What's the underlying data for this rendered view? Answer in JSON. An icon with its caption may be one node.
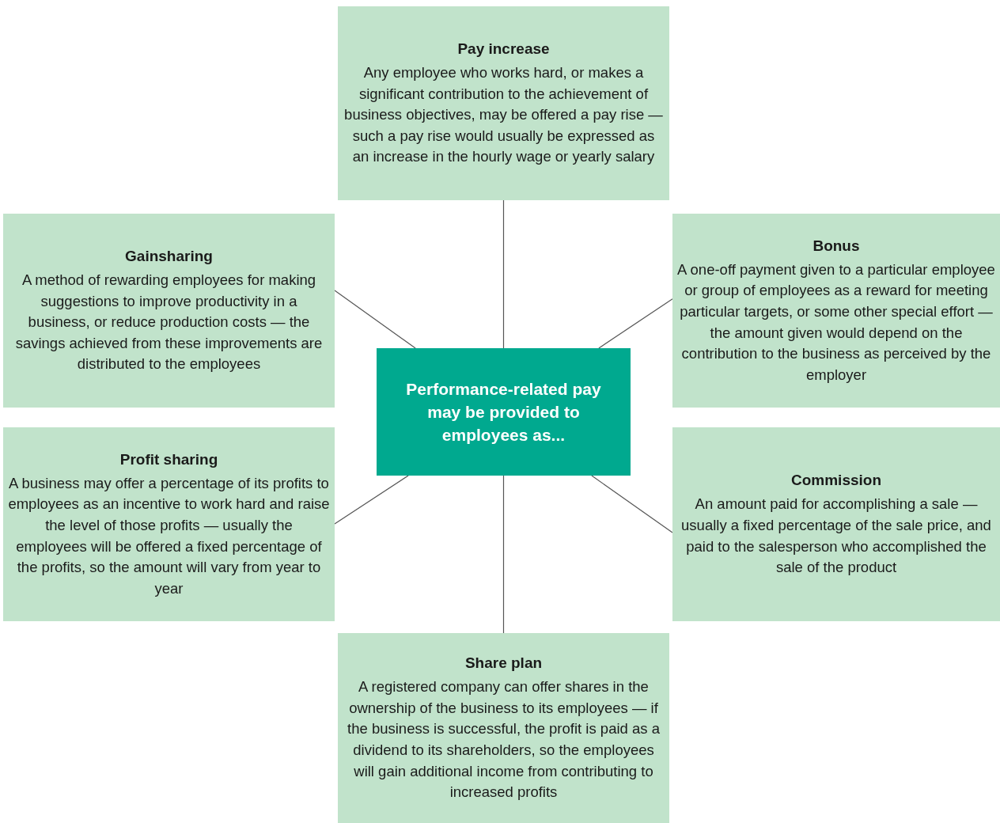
{
  "diagram": {
    "nodes": [
      {
        "text": [
          "Pay increase",
          "Any employee who works hard, or makes a significant contribution to the achievement of business objectives, may be offered a pay rise — such a pay rise would usually be expressed as an increase in the hourly wage or yearly salary"
        ]
      },
      {
        "text": [
          "Gainsharing",
          "A method of rewarding employees for making suggestions to improve productivity in a business, or reduce production costs — the savings achieved from these improvements are distributed to the employees"
        ]
      },
      {
        "text": [
          "Bonus",
          "A one-off payment given to a particular employee or group of employees as a reward for meeting particular targets, or some other special effort — the amount given would depend on the contribution to the business as perceived by the employer"
        ]
      },
      {
        "text": [
          "Performance-related pay may be provided to employees as..."
        ]
      },
      {
        "text": [
          "Profit sharing",
          "A business may offer a percentage of its profits to employees as an incentive to work hard and raise the level of those profits — usually the employees will be offered a fixed percentage of the profits, so the amount will vary from year to year"
        ]
      },
      {
        "text": [
          "Commission",
          "An amount paid for accomplishing a sale — usually a fixed percentage of the sale price, and paid to the salesperson who accomplished the sale of the product"
        ]
      },
      {
        "text": [
          "Share plan",
          "A registered company can offer shares in the ownership of the business to its employees — if the business is successful, the profit is paid as a dividend to its shareholders, so the employees will gain additional income from contributing to increased profits"
        ]
      }
    ],
    "edges": [
      {
        "from": 3,
        "to": 0,
        "arrow": "none"
      },
      {
        "from": 3,
        "to": 1,
        "arrow": "none"
      },
      {
        "from": 3,
        "to": 2,
        "arrow": "none"
      },
      {
        "from": 3,
        "to": 4,
        "arrow": "none"
      },
      {
        "from": 3,
        "to": 5,
        "arrow": "none"
      },
      {
        "from": 3,
        "to": 6,
        "arrow": "none"
      }
    ]
  }
}
